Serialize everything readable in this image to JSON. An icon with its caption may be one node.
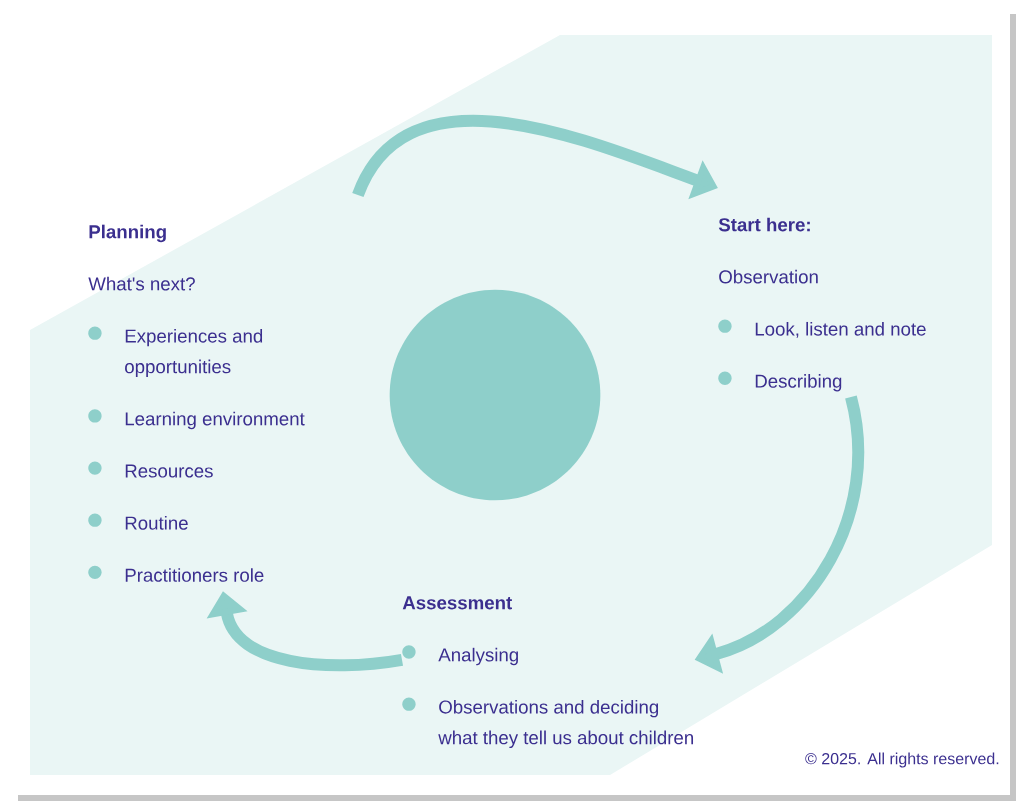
{
  "diagram": {
    "nodes": [
      {
        "text": [
          "Planning",
          "What's next?",
          "Experiences and opportunities",
          "Learning environment",
          "Resources",
          "Routine",
          "Practitioners role"
        ]
      },
      {
        "text": [
          "Start here:",
          "Observation",
          "Look, listen and note",
          "Describing"
        ]
      },
      {
        "text": [
          "Assessment",
          "Analysing",
          "Observations and deciding what they tell us about children"
        ]
      },
      {
        "text": [],
        "shape": "circle"
      }
    ],
    "edges": [
      {
        "from": 0,
        "to": 1,
        "arrow": "to"
      },
      {
        "from": 1,
        "to": 2,
        "arrow": "to"
      },
      {
        "from": 2,
        "to": 0,
        "arrow": "to"
      }
    ],
    "labels": [
      "© 2025. All rights reserved."
    ]
  }
}
